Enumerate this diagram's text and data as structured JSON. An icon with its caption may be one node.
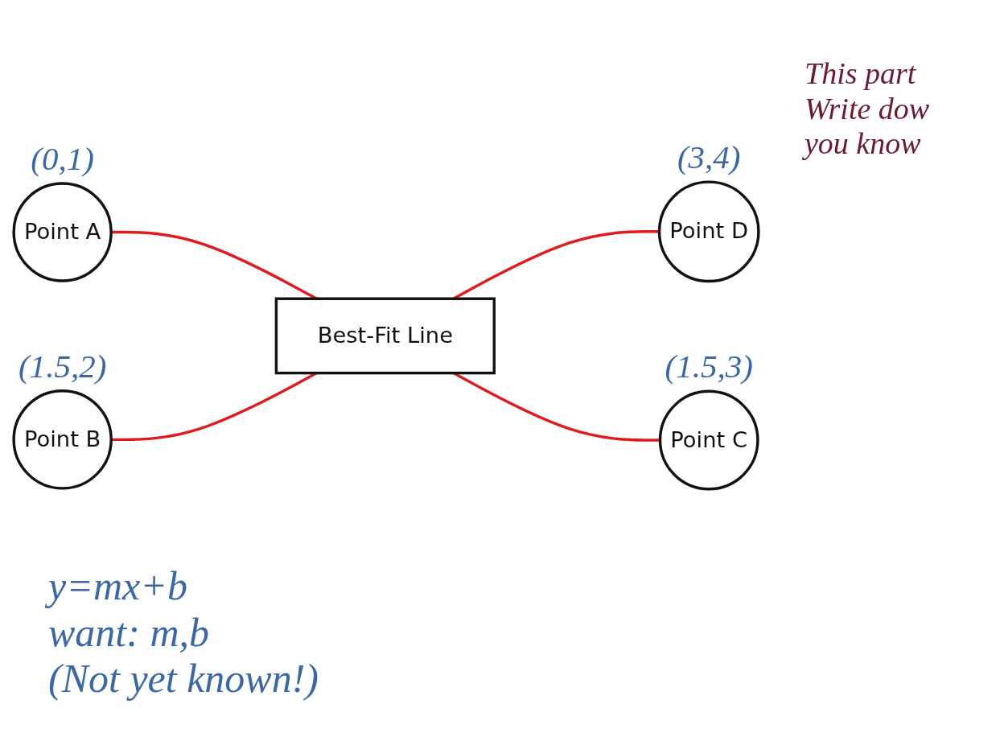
{
  "diagram": {
    "nodes": [
      {
        "text": [
          "Point A"
        ],
        "beside": [
          "(0,1)"
        ]
      },
      {
        "text": [
          "Point B"
        ],
        "beside": [
          "(1.5,2)"
        ]
      },
      {
        "text": [
          "Best-Fit Line"
        ]
      },
      {
        "text": [
          "Point D"
        ],
        "beside": [
          "(3,4)"
        ]
      },
      {
        "text": [
          "Point C"
        ],
        "beside": [
          "(1.5,3)"
        ]
      }
    ],
    "edges": [
      {
        "from": 0,
        "to": 2,
        "arrow": "none"
      },
      {
        "from": 1,
        "to": 2,
        "arrow": "none"
      },
      {
        "from": 2,
        "to": 3,
        "arrow": "none"
      },
      {
        "from": 2,
        "to": 4,
        "arrow": "none"
      }
    ],
    "labels": [
      "This part",
      "Write dow",
      "you know",
      "y=mx+b",
      "want: m,b",
      "(Not yet known!)"
    ]
  }
}
